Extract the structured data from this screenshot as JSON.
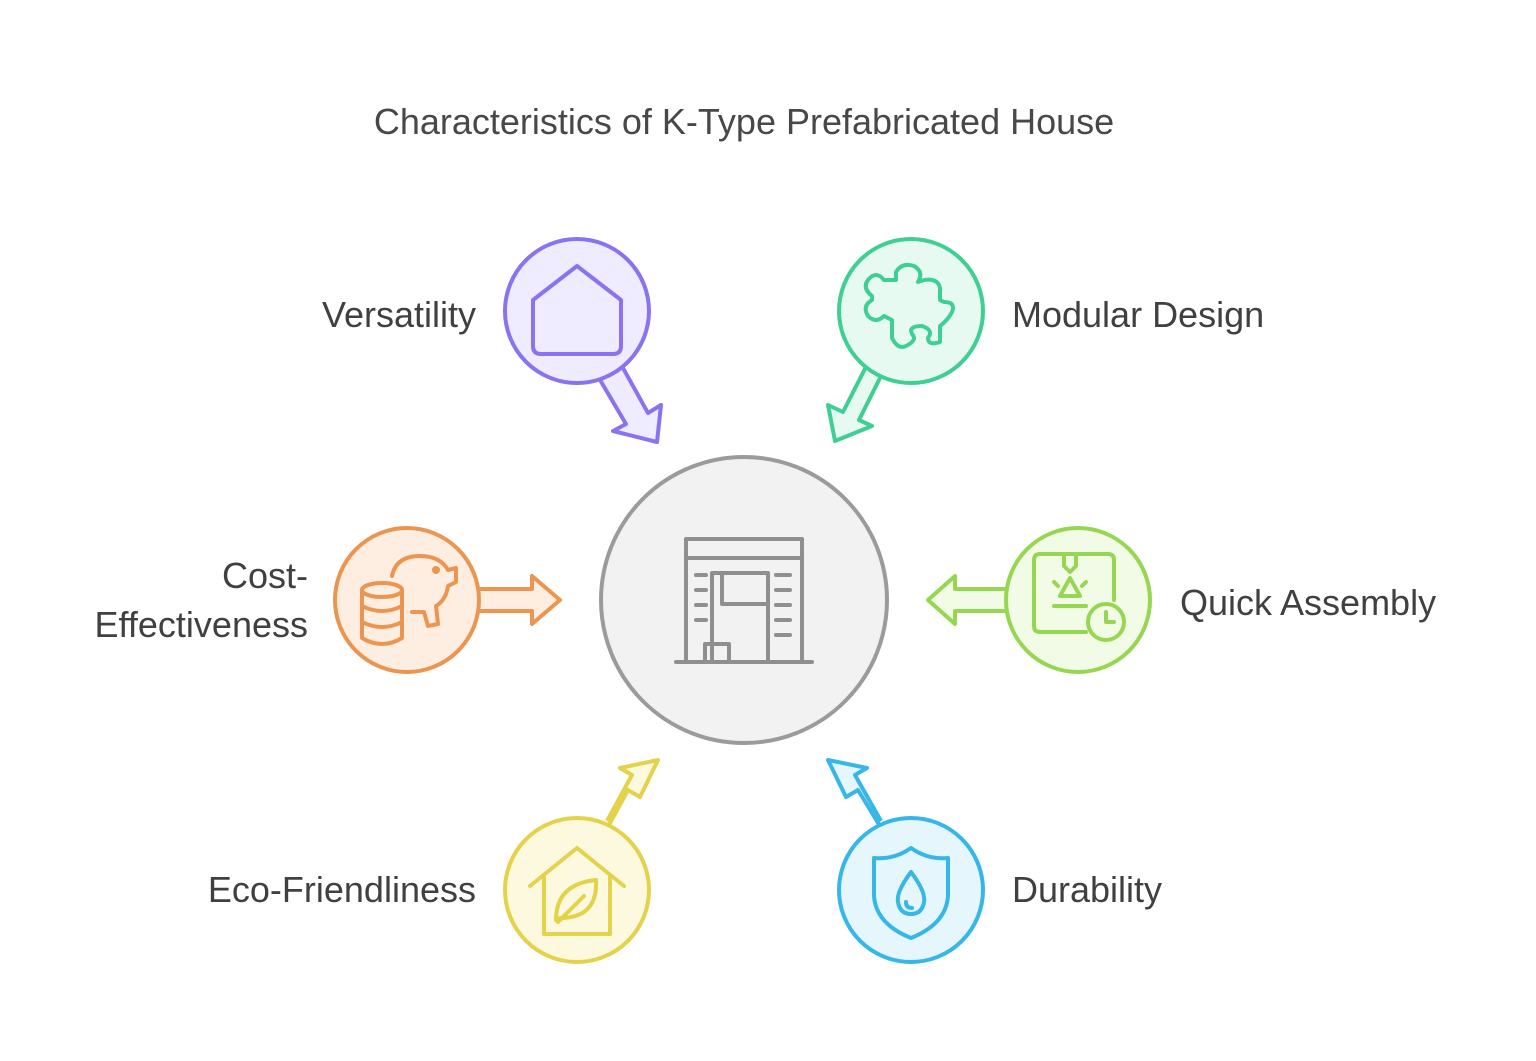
{
  "title": "Characteristics of K-Type Prefabricated House",
  "center": {
    "icon": "building-icon",
    "fill": "#f2f2f2",
    "stroke": "#9b9b9b"
  },
  "items": [
    {
      "key": "versatility",
      "label": "Versatility",
      "icon": "house-icon",
      "color": "#8a72f0",
      "fill": "#efecff"
    },
    {
      "key": "modular-design",
      "label": "Modular Design",
      "icon": "puzzle-icon",
      "color": "#3fcf94",
      "fill": "#e7faf1"
    },
    {
      "key": "cost-effectiveness",
      "label_line1": "Cost-",
      "label_line2": "Effectiveness",
      "icon": "piggy-bank-icon",
      "color": "#ec9550",
      "fill": "#fdeee1"
    },
    {
      "key": "quick-assembly",
      "label": "Quick Assembly",
      "icon": "assembly-timer-icon",
      "color": "#96d752",
      "fill": "#f2fbe6"
    },
    {
      "key": "eco-friendliness",
      "label": "Eco-Friendliness",
      "icon": "eco-house-icon",
      "color": "#e3d24a",
      "fill": "#fcf9df"
    },
    {
      "key": "durability",
      "label": "Durability",
      "icon": "shield-drop-icon",
      "color": "#37b6e8",
      "fill": "#e5f6fd"
    }
  ]
}
